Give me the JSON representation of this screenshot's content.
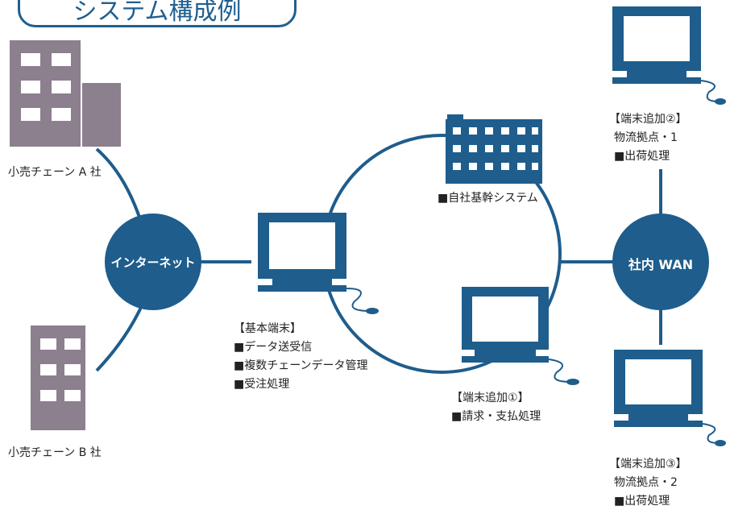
{
  "colors": {
    "accent": "#1f5f8f",
    "node_fill": "#1e5d8c",
    "building": "#8c7f8e",
    "window": "#ffffff",
    "pc": "#1e5d8c"
  },
  "title": "システム構成例",
  "nodes": {
    "internet": "インターネット",
    "wan": "社内 WAN"
  },
  "labels": {
    "chain_a": "小売チェーン A 社",
    "chain_b": "小売チェーン B 社",
    "core_system": "■自社基幹システム",
    "basic": [
      "【基本端末】",
      "■データ送受信",
      "■複数チェーンデータ管理",
      "■受注処理"
    ],
    "term1": [
      "【端末追加①】",
      "■請求・支払処理"
    ],
    "term2": [
      "【端末追加②】",
      "物流拠点・1",
      "■出荷処理"
    ],
    "term3": [
      "【端末追加③】",
      "物流拠点・2",
      "■出荷処理"
    ]
  },
  "icons": [
    "building-icon",
    "office-tower-icon",
    "computer-icon",
    "mouse-icon"
  ]
}
